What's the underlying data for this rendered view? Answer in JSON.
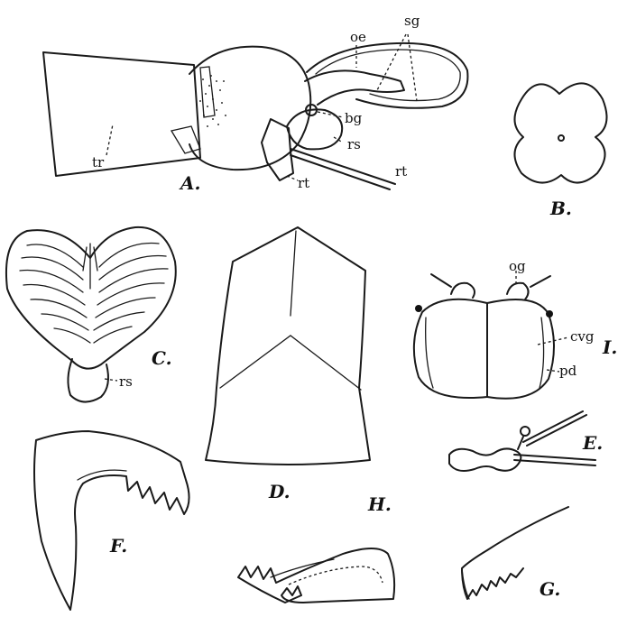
{
  "figure_letters": {
    "A": "A.",
    "B": "B.",
    "C": "C.",
    "D": "D.",
    "E": "E.",
    "F": "F.",
    "G": "G.",
    "H": "H.",
    "I": "I."
  },
  "labels": {
    "oe": "oe",
    "sg": "sg",
    "tr": "tr",
    "bg": "bg",
    "rs_a": "rs",
    "rt_1": "rt",
    "rt_2": "rt",
    "rs_c": "rs",
    "og": "og",
    "cvg": "cvg",
    "pd": "pd"
  },
  "colors": {
    "ink": "#1a1a1a",
    "paper": "#ffffff"
  }
}
